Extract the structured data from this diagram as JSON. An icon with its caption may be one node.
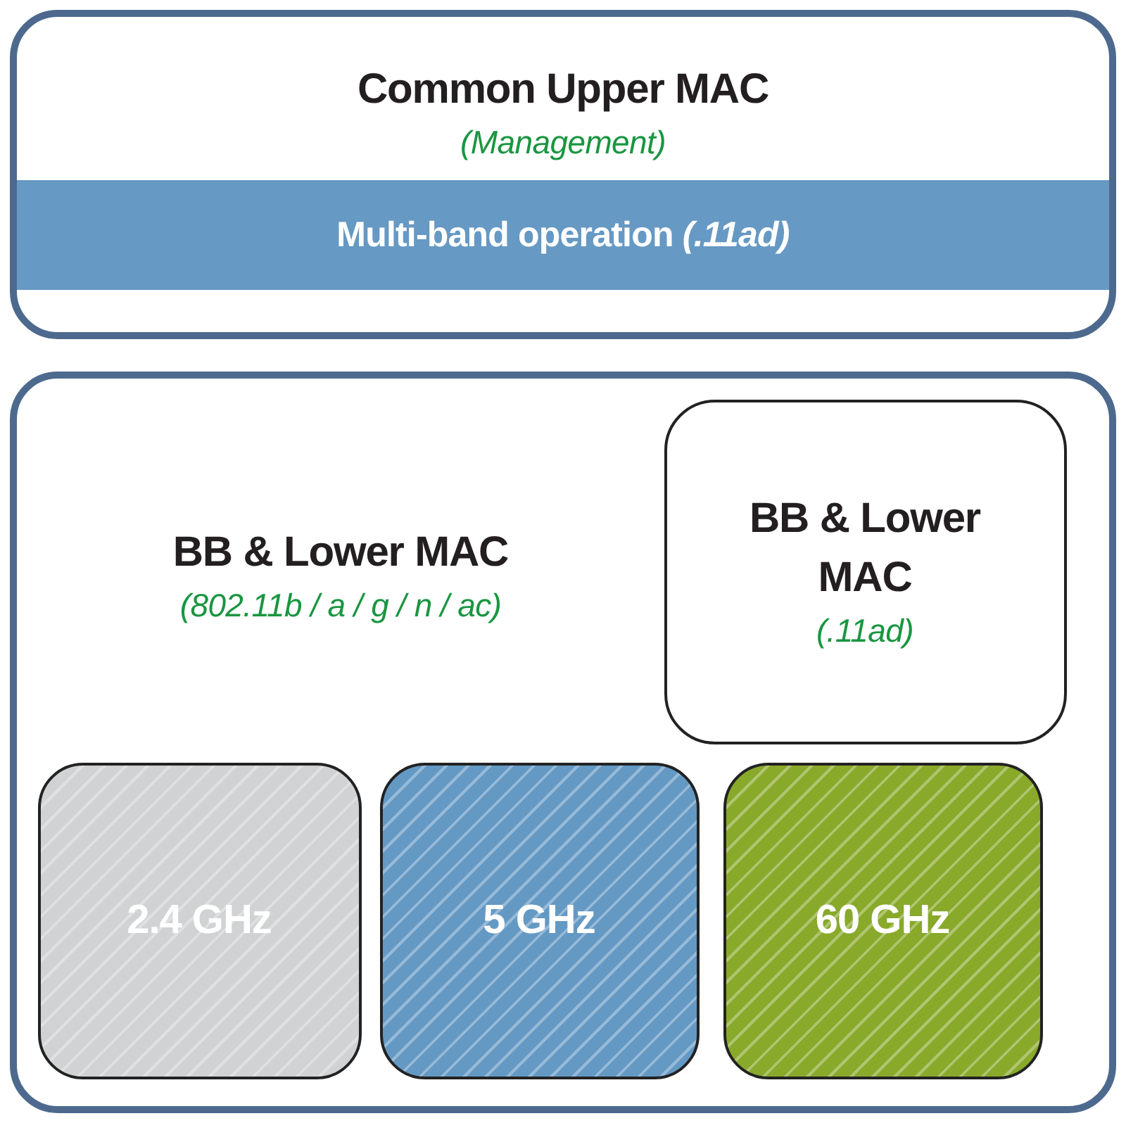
{
  "diagram": {
    "nodes": [
      {
        "text": [
          "Common Upper MAC",
          "(Management)"
        ]
      },
      {
        "text": [
          "Multi-band operation *(.11ad)*"
        ],
        "in": 0
      },
      {
        "text": [
          "BB & Lower MAC",
          "(802.11b / a / g / n / ac)"
        ]
      },
      {
        "text": [
          "BB & Lower MAC",
          "(.11ad)"
        ],
        "in": 2
      },
      {
        "text": [
          "2.4 GHz"
        ],
        "in": 2
      },
      {
        "text": [
          "5 GHz"
        ],
        "in": 2
      },
      {
        "text": [
          "60 GHz"
        ],
        "in": 2
      }
    ]
  }
}
